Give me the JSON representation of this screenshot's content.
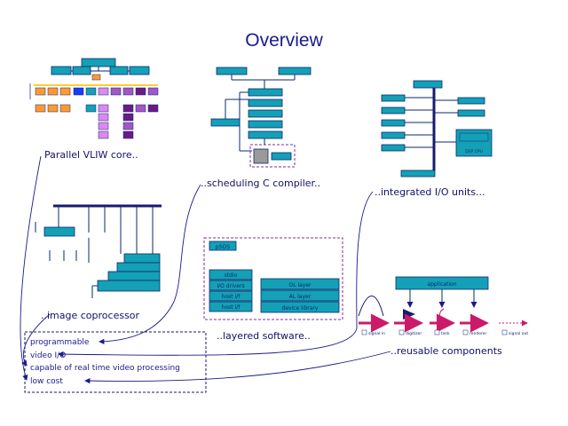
{
  "title": "Overview",
  "captions": {
    "vliw": "Parallel VLIW core..",
    "compiler": "..scheduling C compiler..",
    "io_units": "..integrated I/O units...",
    "image_coproc": "..image coprocessor",
    "layered_software": "..layered software..",
    "reusable": "..reusable components"
  },
  "software_stack": {
    "top": "pSOS",
    "left": [
      "stdio",
      "I/O drivers",
      "host i/f",
      "host i/f"
    ],
    "right": [
      "OL layer",
      "AL layer",
      "device library"
    ]
  },
  "io_chip_label": "DSP CPU",
  "components": {
    "application": "application",
    "items": [
      "signal in",
      "digitizer",
      "task",
      "renderer",
      "signal out"
    ]
  },
  "features": [
    "programmable",
    "video I/O",
    "capable of real time video processing",
    "low cost"
  ],
  "colors": {
    "box_fill": "#14a0b6",
    "box_border": "#0a2a6e",
    "navy": "#1a1a6e",
    "title": "#1a1a8c",
    "orange": "#ff9933",
    "purple": "#a455c8",
    "light_purple": "#dd88ee",
    "dark_purple": "#6a1a86",
    "blue": "#1a3aff",
    "magenta_arrow": "#cc1a6a",
    "dashed": "#8a2aa0"
  }
}
